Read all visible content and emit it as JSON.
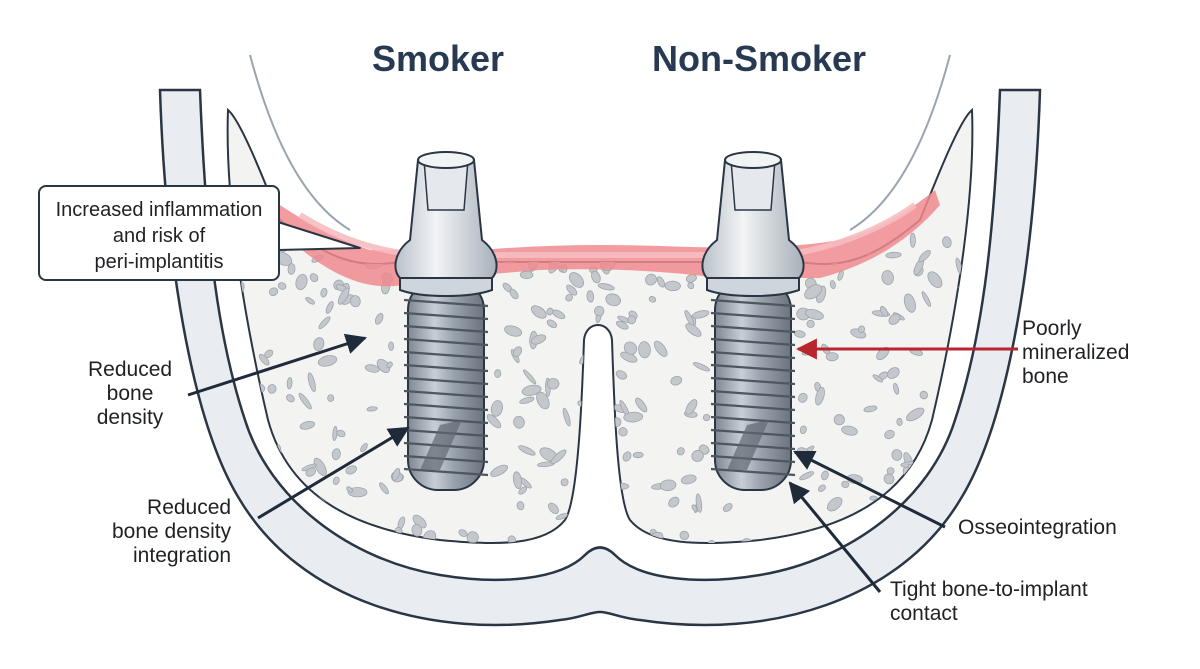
{
  "headings": {
    "left": "Smoker",
    "right": "Non-Smoker"
  },
  "callout": {
    "lines": [
      "Increased inflammation",
      "and risk of",
      "peri-implantitis"
    ]
  },
  "labels": {
    "reduced_bone_density": [
      "Reduced",
      "bone",
      "density"
    ],
    "reduced_integration": [
      "Reduced",
      "bone density",
      "integration"
    ],
    "poorly_mineralized": [
      "Poorly",
      "mineralized",
      "bone"
    ],
    "osseointegration": [
      "Osseointegration"
    ],
    "tight_contact": [
      "Tight bone-to-implant",
      "contact"
    ]
  },
  "colors": {
    "outline": "#2b3645",
    "heading": "#283a52",
    "cortex": "#e9edf2",
    "bone": "#f3f4f2",
    "trabecula": "#c4c8cd",
    "gum": "#f08a8f",
    "gum_light": "#f6bcc0",
    "implant": "#aab3bd",
    "abutment": "#dde2e7",
    "arrow_red": "#b8252d",
    "arrow_dark": "#1f2a3a"
  }
}
